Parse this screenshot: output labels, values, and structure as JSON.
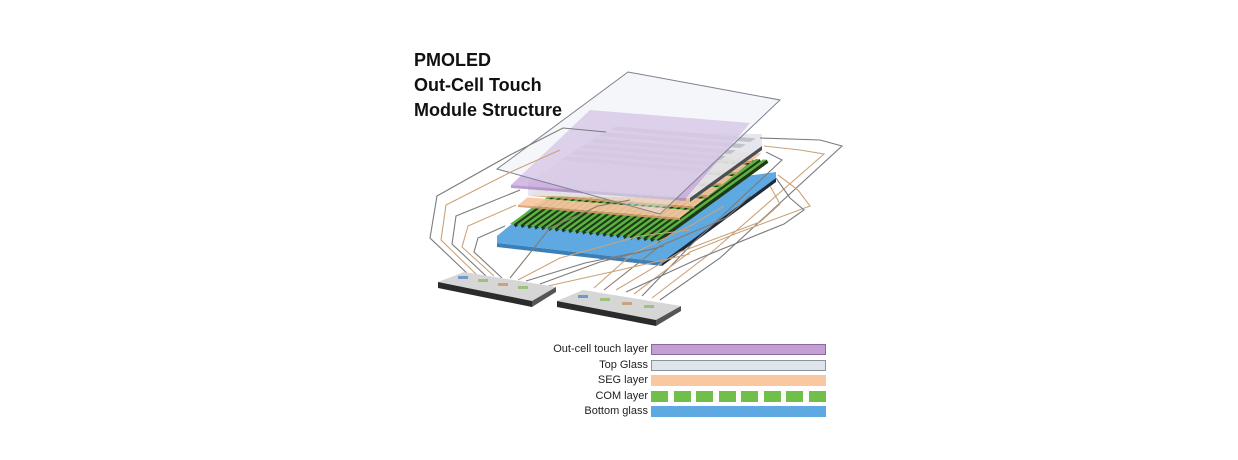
{
  "title": {
    "line1": "PMOLED",
    "line2": "Out-Cell Touch",
    "line3": "Module Structure"
  },
  "legend": [
    {
      "label": "Out-cell touch layer",
      "color": "#c49fd6",
      "border": "#8a6a99",
      "pattern": "solid"
    },
    {
      "label": "Top Glass",
      "color": "#dfe3ea",
      "border": "#8d939c",
      "pattern": "solid"
    },
    {
      "label": "SEG layer",
      "color": "#f9c8a1",
      "border": "#f9c8a1",
      "pattern": "solid"
    },
    {
      "label": "COM layer",
      "color": "#6fbf4a",
      "border": "#6fbf4a",
      "pattern": "dashed"
    },
    {
      "label": "Bottom glass",
      "color": "#5ea9e2",
      "border": "#5ea9e2",
      "pattern": "solid"
    }
  ],
  "colors": {
    "trace": "#8a7a6a",
    "trace_light": "#c9a37a",
    "chip": "#d4d4d4",
    "chip_shadow": "#2b2b2b"
  }
}
